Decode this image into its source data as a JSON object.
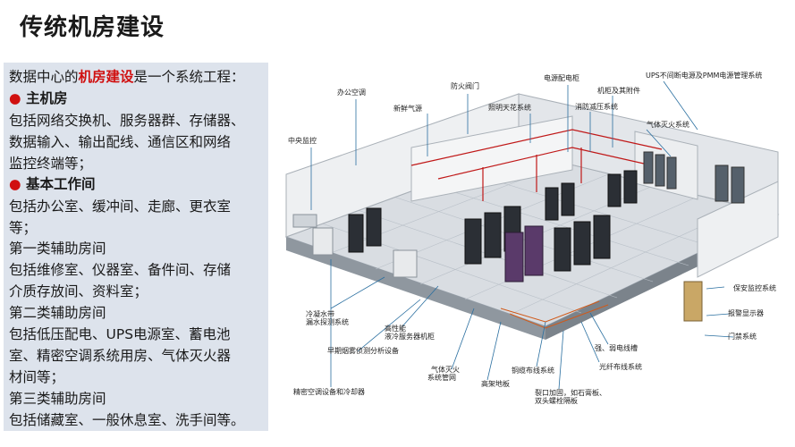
{
  "page": {
    "title": "传统机房建设"
  },
  "text_panel": {
    "intro_prefix": "数据中心的",
    "intro_highlight": "机房建设",
    "intro_suffix": "是一个系统工程：",
    "main_room_heading": "主机房",
    "main_room_line1": "包括网络交换机、服务器群、存储器、",
    "main_room_line2": "数据输入、输出配线、通信区和网络",
    "main_room_line3": "监控终端等；",
    "work_room_heading": "基本工作间",
    "work_room_line1": "包括办公室、缓冲间、走廊、更衣室",
    "work_room_line2": "等；",
    "aux1_heading": "第一类辅助房间",
    "aux1_line1": "包括维修室、仪器室、备件间、存储",
    "aux1_line2": "介质存放间、资料室；",
    "aux2_heading": "第二类辅助房间",
    "aux2_line1": "包括低压配电、UPS电源室、蓄电池",
    "aux2_line2": "室、精密空调系统用房、气体灭火器",
    "aux2_line3": "材间等；",
    "aux3_heading": "第三类辅助房间",
    "aux3_line1": "包括储藏室、一般休息室、洗手间等。",
    "bullet_symbol": "●"
  },
  "diagram": {
    "labels": {
      "office_ac": "办公空调",
      "fire_valve": "防火阀门",
      "power_cabinet": "电源配电柜",
      "ups_pmm": "UPS不间断电源及PMM电源管理系统",
      "fresh_air": "新鲜气源",
      "lighting": "照明天花系统",
      "racks": "机柜及其附件",
      "fire_pressure": "消防减压系统",
      "gas_fire": "气体灭火系统",
      "central_monitor": "中央监控",
      "security_monitor": "保安监控系统",
      "alarm_display": "报警显示器",
      "door_system": "门禁系统",
      "condensate_leak_1": "冷凝水带",
      "condensate_leak_2": "漏水探测系统",
      "hd_cooling_1": "高性能",
      "hd_cooling_2": "液冷服务器机柜",
      "early_smoke": "早期烟雾侦测分析设备",
      "strong_weak": "强、弱电线槽",
      "copper_cable": "铜缆布线系统",
      "fiber_cable": "光纤布线系统",
      "gas_pipe_1": "气体灭火",
      "gas_pipe_2": "系统管网",
      "raised_floor": "高架地板",
      "reinforce_1": "裂口加固，如石膏板、",
      "reinforce_2": "双头螺栓隔板",
      "precision_ac": "精密空调设备和冷却器"
    },
    "colors": {
      "accent_red": "#d01010",
      "panel_bg": "#dde3ec",
      "callout_line": "#2a6fa0"
    }
  }
}
